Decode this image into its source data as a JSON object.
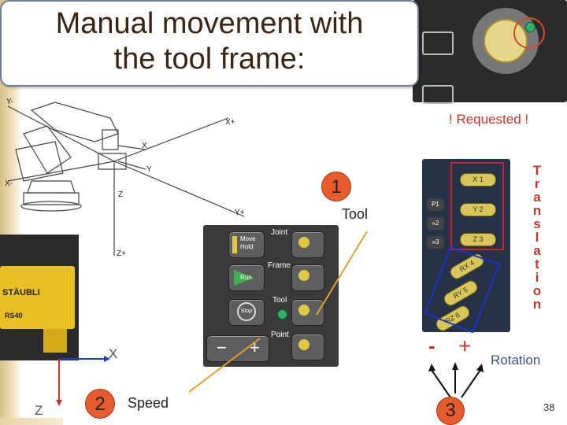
{
  "slide": {
    "title_line1": "Manual movement with",
    "title_line2": "the tool frame:",
    "page_number": "38"
  },
  "robot_diagram": {
    "axes": [
      "Y-",
      "X-",
      "X+",
      "X",
      "Y",
      "Z",
      "Y+",
      "Z+"
    ]
  },
  "robot_photo": {
    "brand": "STÄUBLI",
    "model": "RS40",
    "axis_x": "X",
    "axis_z": "Z"
  },
  "pendant": {
    "buttons": {
      "move_hold": "Move\nHold",
      "run": "Run",
      "stop": "Stop"
    },
    "frames": [
      "Joint",
      "Frame",
      "Tool",
      "Point"
    ],
    "speed_minus": "−",
    "speed_plus": "+"
  },
  "callouts": {
    "step1_number": "1",
    "step1_label": "Tool",
    "step2_number": "2",
    "step2_label": "Speed",
    "step3_number": "3",
    "requested": "! Requested !",
    "translation_letters": [
      "T",
      "r",
      "a",
      "n",
      "s",
      "l",
      "a",
      "t",
      "i",
      "o",
      "n"
    ],
    "rotation": "Rotation",
    "minus": "-",
    "plus": "+"
  },
  "jog_keys": [
    "X 1",
    "Y 2",
    "Z 3",
    "RX 4",
    "RY 5",
    "RZ 6"
  ],
  "side_keys": [
    "P1",
    "«2",
    "»3"
  ],
  "colors": {
    "title_text": "#3a2414",
    "red_accent": "#c0392b",
    "box_translation": "#d62020",
    "box_rotation": "#1a34c9",
    "green_dot": "#2fb163",
    "pointer_line": "#e0a030"
  }
}
